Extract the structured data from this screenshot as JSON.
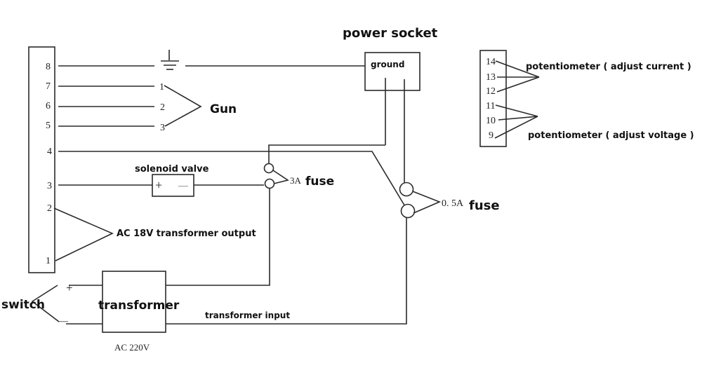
{
  "title": "power socket",
  "main_terminal": {
    "pins": [
      "8",
      "7",
      "6",
      "5",
      "4",
      "3",
      "2",
      "1"
    ]
  },
  "ground_symbol": "ground-icon",
  "gun": {
    "label": "Gun",
    "pins": [
      "1",
      "2",
      "3"
    ]
  },
  "power_socket": {
    "title": "power socket",
    "ground_label": "ground"
  },
  "solenoid_valve": {
    "label": "solenoid valve",
    "plus": "+",
    "minus": "—"
  },
  "fuse_3a": {
    "rating": "3A",
    "label": "fuse"
  },
  "fuse_05a": {
    "rating": "0. 5A",
    "label": "fuse"
  },
  "ac18v": {
    "label": "AC 18V  transformer output"
  },
  "transformer": {
    "label": "transformer",
    "input_label": "transformer input",
    "voltage": "AC  220V"
  },
  "switch": {
    "label": "switch",
    "plus": "+",
    "minus": "—"
  },
  "potentiometer_terminal": {
    "pins": [
      "14",
      "13",
      "12",
      "11",
      "10",
      "9"
    ],
    "current_label": "potentiometer ( adjust current )",
    "voltage_label": "potentiometer ( adjust voltage )"
  }
}
